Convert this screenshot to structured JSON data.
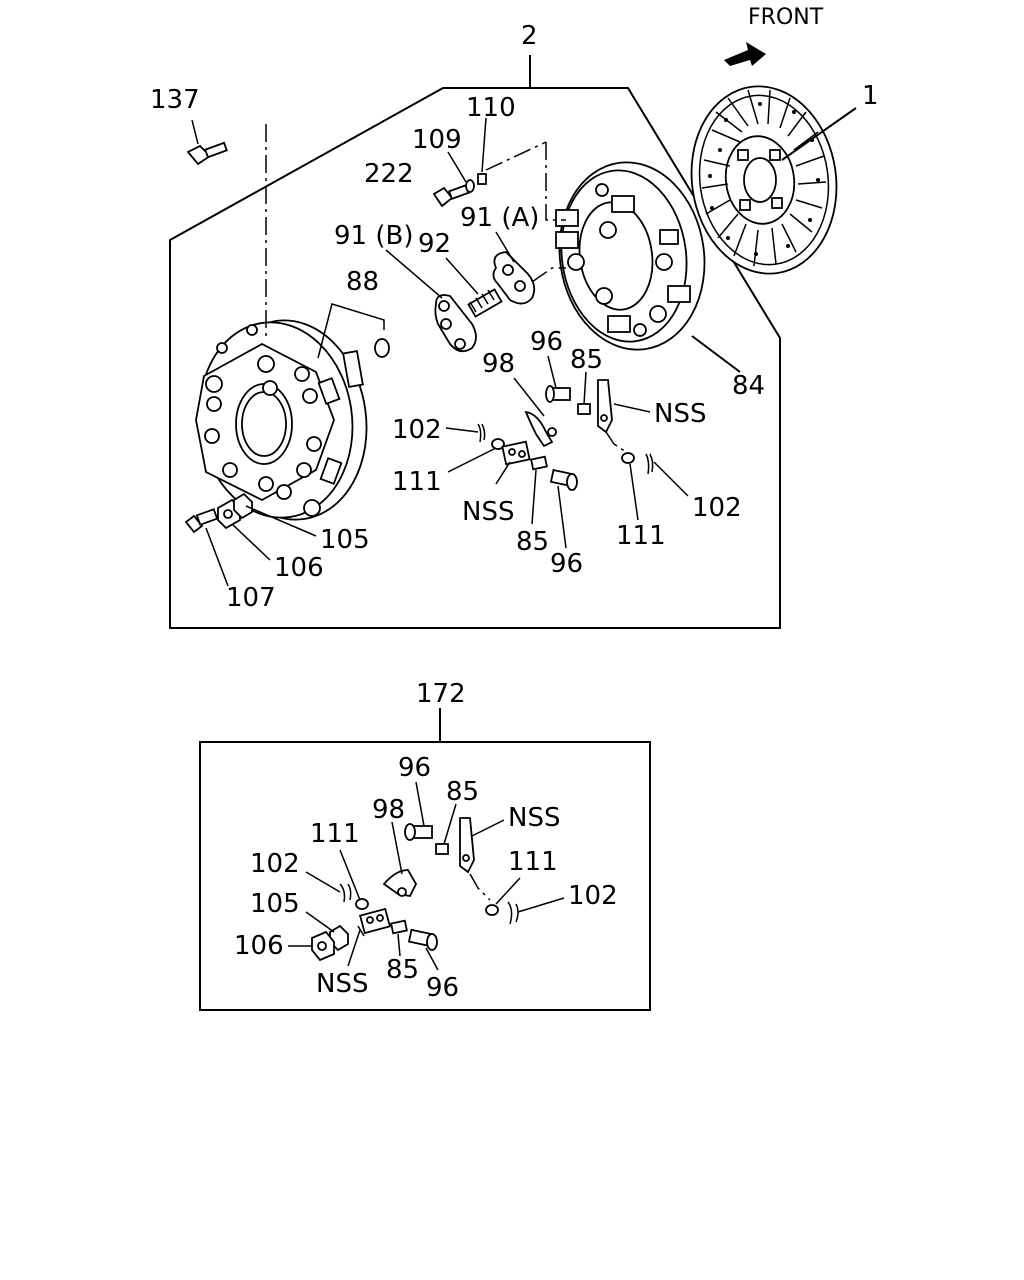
{
  "front_label": "FRONT",
  "group_labels": {
    "main": "2",
    "sub": "172"
  },
  "main_callouts": {
    "l137": "137",
    "l110": "110",
    "l109": "109",
    "l222": "222",
    "l91b": "91 (B)",
    "l92": "92",
    "l91a": "91 (A)",
    "l88": "88",
    "l96a": "96",
    "l98": "98",
    "l85a": "85",
    "l_nss_a": "NSS",
    "l84": "84",
    "l1": "1",
    "l102a": "102",
    "l111a": "111",
    "l_nss_b": "NSS",
    "l85b": "85",
    "l96b": "96",
    "l111b": "111",
    "l102b": "102",
    "l105": "105",
    "l106": "106",
    "l107": "107"
  },
  "sub_callouts": {
    "l96a": "96",
    "l85a": "85",
    "l_nss_a": "NSS",
    "l98": "98",
    "l111a": "111",
    "l102a": "102",
    "l111b": "111",
    "l102b": "102",
    "l105": "105",
    "l106": "106",
    "l_nss_b": "NSS",
    "l85b": "85",
    "l96b": "96"
  }
}
